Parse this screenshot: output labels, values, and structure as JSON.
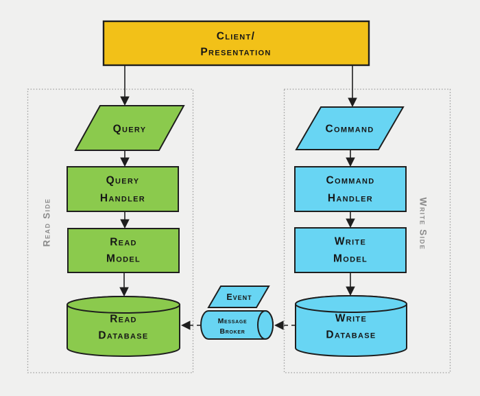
{
  "colors": {
    "background": "#f0f0ef",
    "client_fill": "#f2c118",
    "read_fill": "#8bca4d",
    "write_fill": "#68d5f3",
    "stroke": "#1e1e1e",
    "container_border": "#9b9b9b",
    "side_label_color": "#8b8b8b"
  },
  "client_box": {
    "line1": "Client/",
    "line2": "Presentation"
  },
  "read_side": {
    "container_label": "Read Side",
    "query": "Query",
    "query_handler": {
      "line1": "Query",
      "line2": "Handler"
    },
    "read_model": {
      "line1": "Read",
      "line2": "Model"
    },
    "read_database": {
      "line1": "Read",
      "line2": "Database"
    }
  },
  "write_side": {
    "container_label": "Write Side",
    "command": "Command",
    "command_handler": {
      "line1": "Command",
      "line2": "Handler"
    },
    "write_model": {
      "line1": "Write",
      "line2": "Model"
    },
    "write_database": {
      "line1": "Write",
      "line2": "Database"
    }
  },
  "event_bus": {
    "event": "Event",
    "message_broker": {
      "line1": "Message",
      "line2": "Broker"
    }
  }
}
